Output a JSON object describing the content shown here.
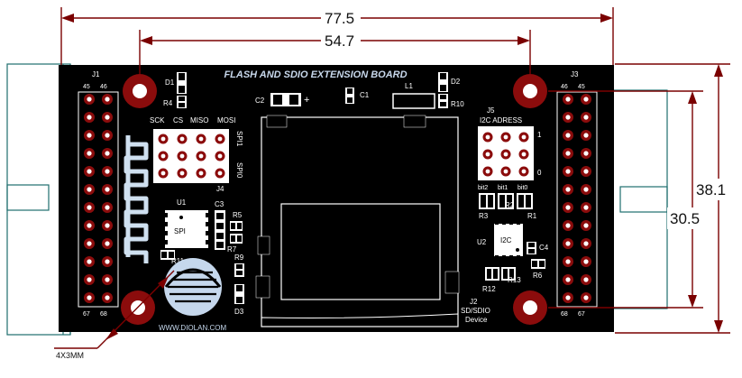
{
  "board": {
    "title": "FLASH AND SDIO EXTENSION BOARD",
    "website": "WWW.DIOLAN.COM"
  },
  "dimensions": {
    "overall_width": "77.5",
    "hole_spacing_width": "54.7",
    "overall_height": "38.1",
    "hole_spacing_height": "30.5",
    "hole_size": "4X3MM"
  },
  "connectors": {
    "j1": {
      "name": "J1",
      "pin_top_left": "45",
      "pin_top_right": "46",
      "pin_bottom_left": "67",
      "pin_bottom_right": "68"
    },
    "j3": {
      "name": "J3",
      "pin_top_left": "46",
      "pin_top_right": "45",
      "pin_bottom_left": "68",
      "pin_bottom_right": "67"
    },
    "j4": {
      "name": "J4",
      "headers": [
        "SCK",
        "CS",
        "MISO",
        "MOSI"
      ],
      "row1": "SPI1",
      "row2": "SPI0"
    },
    "j5": {
      "name": "J5",
      "title": "I2C ADRESS",
      "row1": "1",
      "row2": "0",
      "bits": [
        "bit2",
        "bit1",
        "bit0"
      ]
    },
    "j2": {
      "name": "J2",
      "caption1": "SD/SDIO",
      "caption2": "Device"
    }
  },
  "components": {
    "d1": "D1",
    "r4": "R4",
    "c2": "C2",
    "plus": "+",
    "c1": "C1",
    "l1": "L1",
    "d2": "D2",
    "r10": "R10",
    "u1": "U1",
    "spi": "SPI",
    "c3": "C3",
    "r5": "R5",
    "r7": "R7",
    "r11": "R11",
    "r9": "R9",
    "d3": "D3",
    "u2": "U2",
    "i2c": "I2C",
    "c4": "C4",
    "r3": "R3",
    "r2": "R2",
    "r1": "R1",
    "r6": "R6",
    "r12": "R12",
    "r13": "R13"
  },
  "colors": {
    "board": "#000000",
    "pad_ring": "#8b0c0c",
    "pad_fill": "#ffffff",
    "smd_pad": "#000000",
    "component_body": "#ffffff",
    "dimension_line": "#7a0000",
    "extension_line": "#1f6f6f"
  }
}
